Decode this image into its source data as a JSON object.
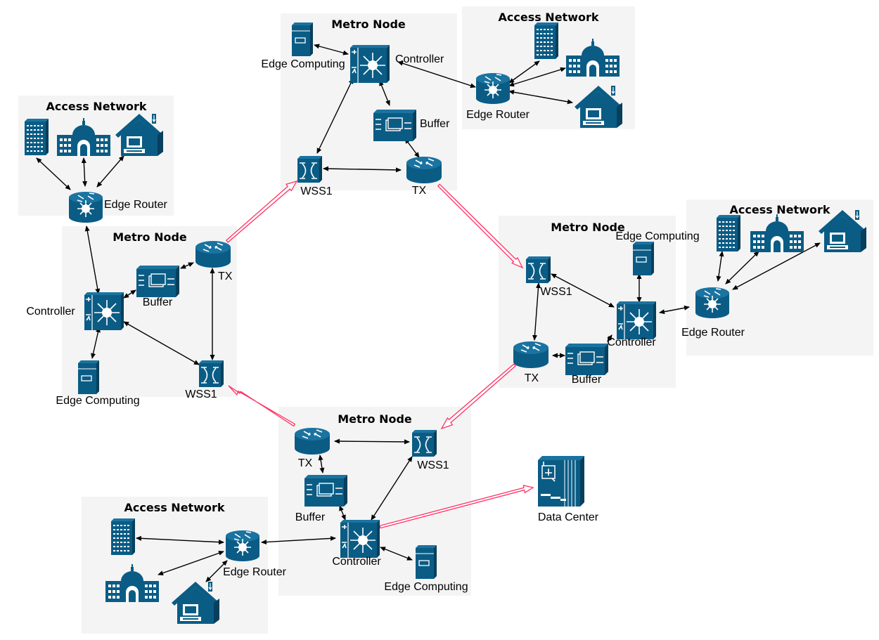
{
  "diagram": {
    "colors": {
      "device": "#0a5c85",
      "panel": "#f4f4f4",
      "ring_arrow": "#ff3366",
      "link": "#000000"
    },
    "metro_top": {
      "title": "Metro Node",
      "edge_computing": "Edge Computing",
      "controller": "Controller",
      "buffer": "Buffer",
      "wss": "WSS1",
      "tx": "TX"
    },
    "metro_left": {
      "title": "Metro Node",
      "tx": "TX",
      "buffer": "Buffer",
      "controller": "Controller",
      "wss": "WSS1",
      "edge_computing": "Edge Computing"
    },
    "metro_right": {
      "title": "Metro Node",
      "edge_computing": "Edge Computing",
      "wss": "WSS1",
      "controller": "Controller",
      "tx": "TX",
      "buffer": "Buffer"
    },
    "metro_bottom": {
      "title": "Metro Node",
      "tx": "TX",
      "wss": "WSS1",
      "buffer": "Buffer",
      "controller": "Controller",
      "edge_computing": "Edge Computing"
    },
    "access_top_left": {
      "title": "Access Network",
      "edge_router": "Edge Router"
    },
    "access_top_right": {
      "title": "Access Network",
      "edge_router": "Edge Router"
    },
    "access_right": {
      "title": "Access Network",
      "edge_router": "Edge Router"
    },
    "access_bottom_left": {
      "title": "Access Network",
      "edge_router": "Edge Router"
    },
    "data_center": {
      "label": "Data Center"
    }
  }
}
